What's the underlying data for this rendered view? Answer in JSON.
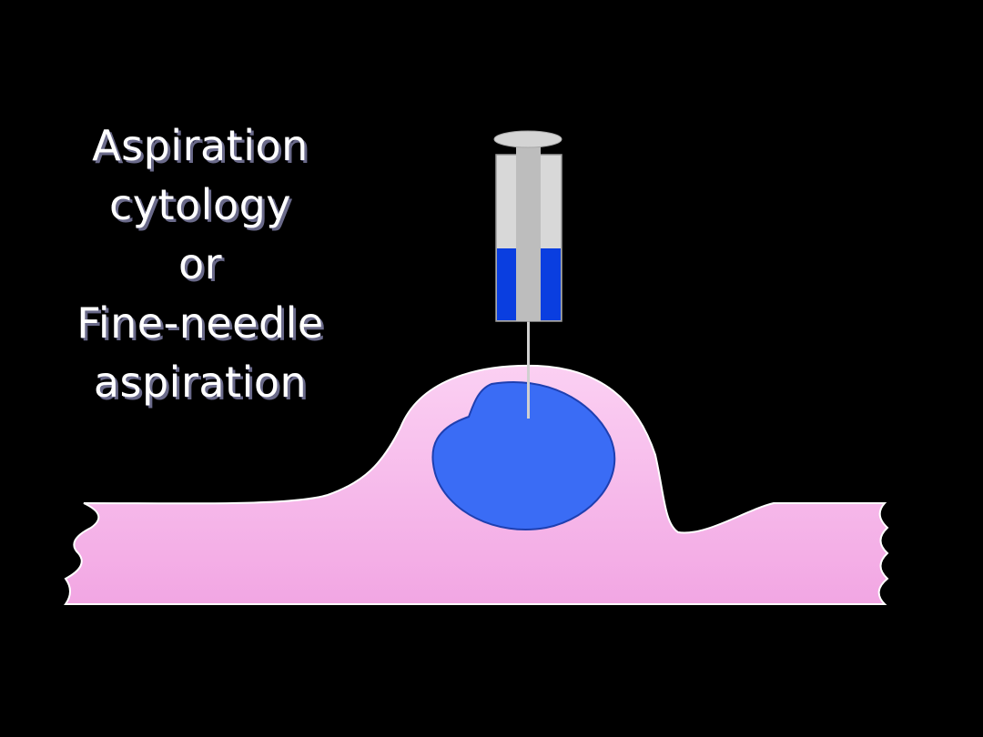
{
  "slide": {
    "background_color": "#000000",
    "title_lines": [
      "Aspiration",
      "cytology",
      "or",
      "Fine-needle",
      "aspiration"
    ]
  },
  "diagram": {
    "colors": {
      "tissue": "#f7b7ec",
      "tissue_light": "#fbd0f3",
      "tissue_edge": "#ffffff",
      "nucleus": "#3a6cf5",
      "nucleus_edge": "#1e3fb0",
      "syringe_barrel": "#d8d8d8",
      "syringe_plunger": "#bdbdbd",
      "syringe_fluid": "#0a3ee0",
      "needle": "#d0d0d0"
    },
    "icons": [
      "syringe-icon",
      "cell-icon",
      "nucleus-icon"
    ]
  }
}
